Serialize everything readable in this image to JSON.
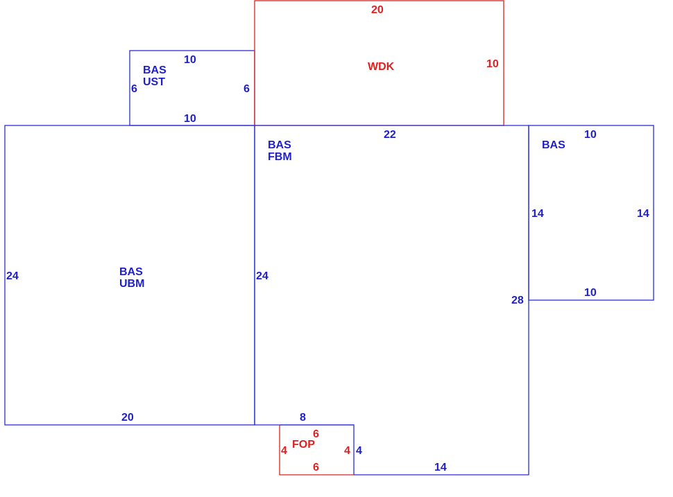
{
  "colors": {
    "blue": "#1f1fc8",
    "red": "#e02020"
  },
  "areas": {
    "ust": {
      "line1": "BAS",
      "line2": "UST",
      "top": "10",
      "bottom": "10",
      "left": "6",
      "right": "6"
    },
    "wdk": {
      "label": "WDK",
      "top": "20",
      "right": "10"
    },
    "fbm": {
      "line1": "BAS",
      "line2": "FBM",
      "top": "22",
      "left": "24",
      "right": "28",
      "bottom_left": "8",
      "bottom_right": "14"
    },
    "ubm": {
      "line1": "BAS",
      "line2": "UBM",
      "left": "24",
      "bottom": "20"
    },
    "bas_right": {
      "label": "BAS",
      "top": "10",
      "bottom": "10",
      "left": "14",
      "right": "14"
    },
    "fop": {
      "label": "FOP",
      "top": "6",
      "bottom": "6",
      "left": "4",
      "right_inner": "4",
      "right_outer": "4"
    }
  }
}
